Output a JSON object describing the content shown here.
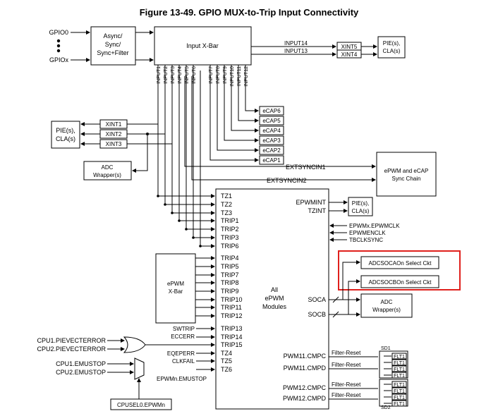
{
  "figure": {
    "title": "Figure 13-49. GPIO MUX-to-Trip Input Connectivity"
  },
  "gpio": {
    "first": "GPIO0",
    "last": "GPIOx"
  },
  "sync_box": {
    "line1": "Async/",
    "line2": "Sync/",
    "line3": "Sync+Filter"
  },
  "xbar": {
    "label": "Input X-Bar"
  },
  "xbar_out": {
    "input14": "INPUT14",
    "input13": "INPUT13",
    "xint5": "XINT5",
    "xint4": "XINT4",
    "pie_top_1": "PIE(s),",
    "pie_top_2": "CLA(s)"
  },
  "vinputs": [
    "INPUT1",
    "INPUT2",
    "INPUT3",
    "INPUT4",
    "INPUT5",
    "INPUT6",
    "INPUT7",
    "INPUT8",
    "INPUT9",
    "INPUT10",
    "INPUT11",
    "INPUT12"
  ],
  "ecaps": [
    "eCAP6",
    "eCAP5",
    "eCAP4",
    "eCAP3",
    "eCAP2",
    "eCAP1"
  ],
  "xints": [
    "XINT1",
    "XINT2",
    "XINT3"
  ],
  "pie_left": {
    "line1": "PIE(s),",
    "line2": "CLA(s)"
  },
  "adc_wrap_left": {
    "line1": "ADC",
    "line2": "Wrapper(s)"
  },
  "extsync": {
    "sync1": "EXTSYNCIN1",
    "sync2": "EXTSYNCIN2"
  },
  "epwm_ecap_box": {
    "line1": "ePWM and eCAP",
    "line2": "Sync Chain"
  },
  "epwm_inputs": [
    "TZ1",
    "TZ2",
    "TZ3",
    "TRIP1",
    "TRIP2",
    "TRIP3",
    "TRIP6",
    "TRIP4",
    "TRIP5",
    "TRIP7",
    "TRIP8",
    "TRIP9",
    "TRIP10",
    "TRIP11",
    "TRIP12",
    "TRIP13",
    "TRIP14",
    "TRIP15",
    "TZ4",
    "TZ5",
    "TZ6"
  ],
  "epwm_block": {
    "line1": "All",
    "line2": "ePWM",
    "line3": "Modules"
  },
  "epwm_outputs": {
    "epwmint": "EPWMINT",
    "tzint": "TZINT",
    "pie1": "PIE(s),",
    "pie2": "CLA(s)",
    "clk": "EPWMx.EPWMCLK",
    "enclk": "EPWMENCLK",
    "tbclk": "TBCLKSYNC",
    "soca": "SOCA",
    "socb": "SOCB",
    "pwm11c": "PWM11.CMPC",
    "pwm11d": "PWM11.CMPD",
    "pwm12c": "PWM12.CMPC",
    "pwm12d": "PWM12.CMPD"
  },
  "highlight": {
    "soca_sel": "ADCSOCAOn Select Ckt",
    "socb_sel": "ADCSOCBOn Select Ckt",
    "color": "#e0201c"
  },
  "adc_wrap_right": {
    "line1": "ADC",
    "line2": "Wrapper(s)"
  },
  "epwm_xbar": {
    "line1": "ePWM",
    "line2": "X-Bar"
  },
  "bottom_left": {
    "cpu1_pie": "CPU1.PIEVECTERROR",
    "cpu2_pie": "CPU2.PIEVECTERROR",
    "cpu1_emu": "CPU1.EMUSTOP",
    "cpu2_emu": "CPU2.EMUSTOP",
    "swtrip": "SWTRIP",
    "eccerr": "ECCERR",
    "eqeperr": "EQEPERR",
    "clkfail": "CLKFAIL",
    "emustop": "EPWMn.EMUSTOP",
    "cpusel": "CPUSEL0.EPWMn"
  },
  "filter_reset": "Filter-Reset",
  "sd": {
    "sd1": "SD1",
    "sd2": "SD2",
    "flt": "FLT1"
  }
}
